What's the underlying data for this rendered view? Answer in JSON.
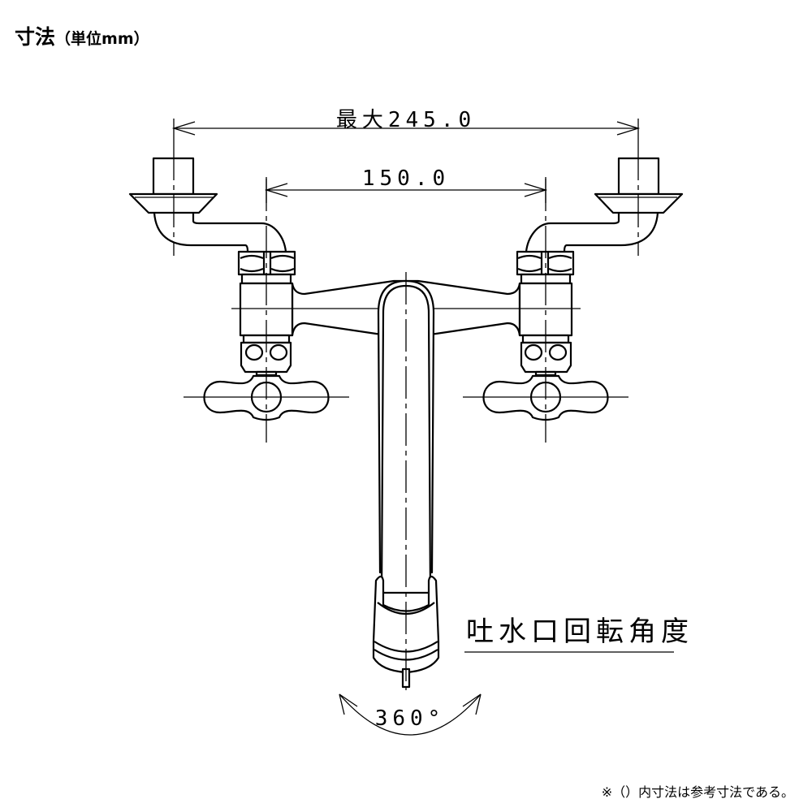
{
  "header": {
    "title": "寸法",
    "unit": "（単位mm）"
  },
  "dimensions": {
    "max_width": "最大245.0",
    "center_distance": "150.0"
  },
  "spout": {
    "label": "吐水口回転角度",
    "rotation_angle": "360°"
  },
  "footnote": "※（）内寸法は参考寸法である。"
}
